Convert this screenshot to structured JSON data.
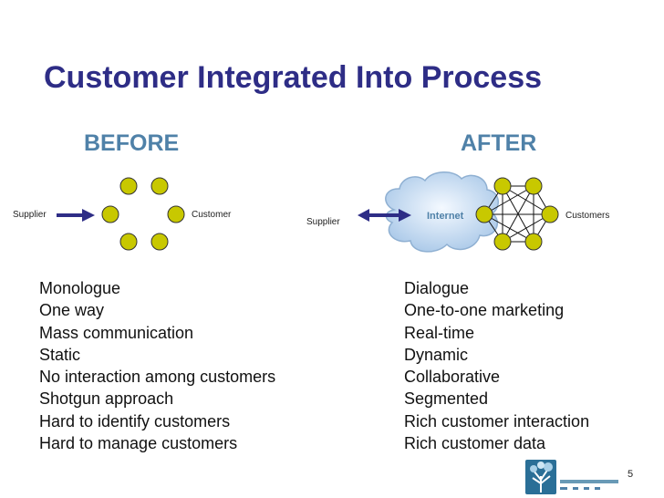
{
  "slide": {
    "title": "Customer Integrated Into Process",
    "page_number": "5"
  },
  "before": {
    "heading": "BEFORE",
    "supplier_label": "Supplier",
    "customer_label": "Customer",
    "items": [
      "Monologue",
      "One way",
      "Mass communication",
      "Static",
      "No interaction among customers",
      "Shotgun approach",
      "Hard to identify customers",
      "Hard to manage customers"
    ]
  },
  "after": {
    "heading": "AFTER",
    "supplier_label": "Supplier",
    "internet_label": "Internet",
    "customers_label": "Customers",
    "items": [
      "Dialogue",
      "One-to-one marketing",
      "Real-time",
      "Dynamic",
      "Collaborative",
      "Segmented",
      "Rich customer interaction",
      "Rich customer data"
    ]
  },
  "colors": {
    "title": "#2e2d86",
    "heading": "#4f81a8",
    "node_fill": "#c8c800",
    "arrow": "#2e2d86",
    "cloud": "#b9d3ec"
  }
}
